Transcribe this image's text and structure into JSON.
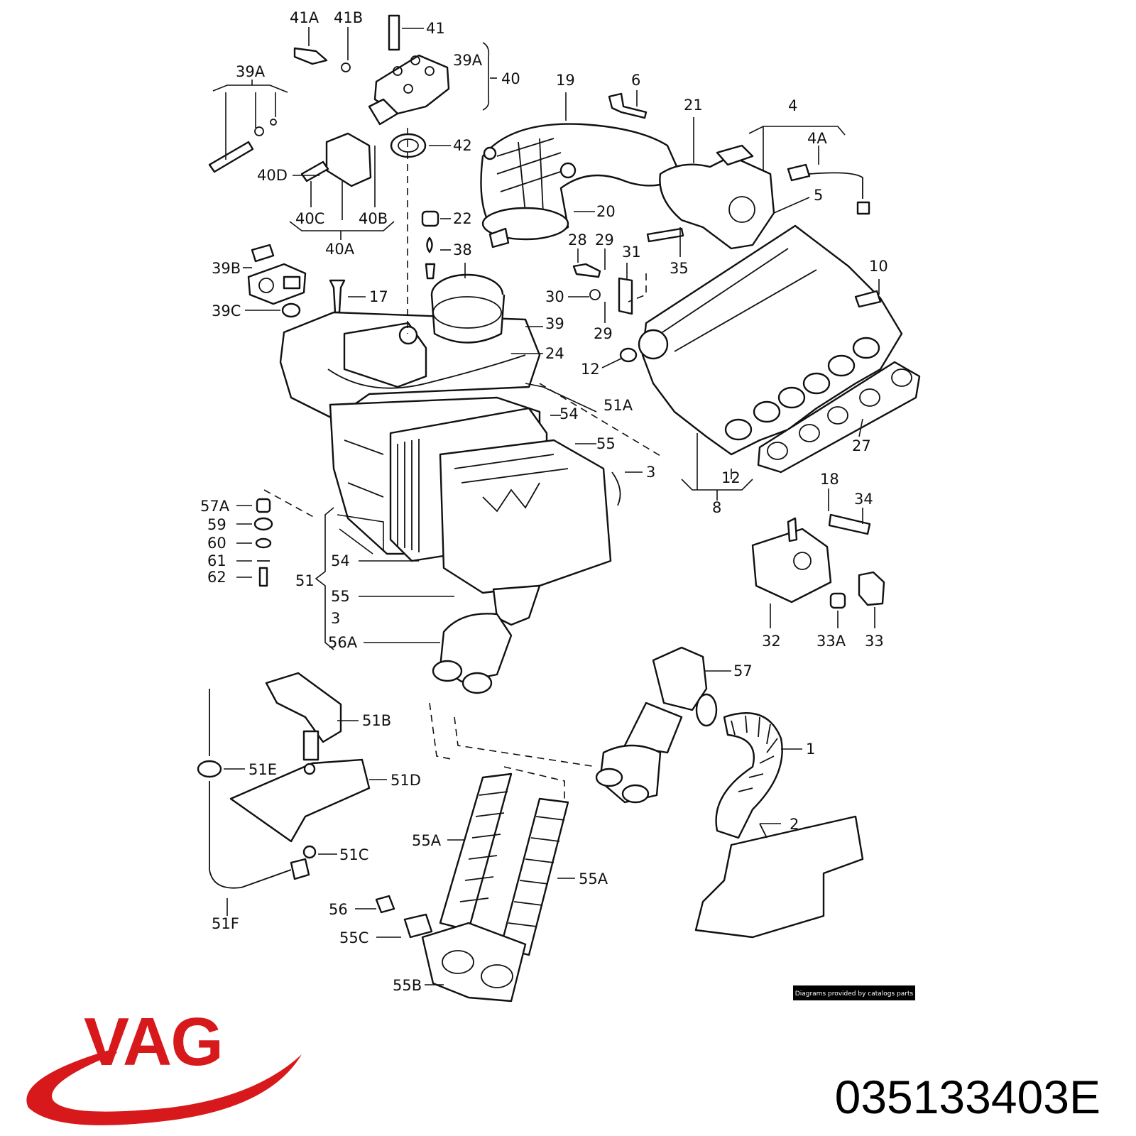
{
  "callouts": [
    "41A",
    "41B",
    "41",
    "39A",
    "40",
    "39A",
    "19",
    "6",
    "21",
    "4",
    "4A",
    "5",
    "42",
    "40D",
    "20",
    "22",
    "40C",
    "40B",
    "40A",
    "28",
    "29",
    "31",
    "35",
    "10",
    "38",
    "39B",
    "17",
    "30",
    "39",
    "29",
    "39C",
    "24",
    "12",
    "51A",
    "54",
    "55",
    "3",
    "57A",
    "59",
    "60",
    "61",
    "62",
    "54",
    "51",
    "55",
    "3",
    "56A",
    "12",
    "8",
    "27",
    "18",
    "34",
    "32",
    "33A",
    "33",
    "57",
    "51B",
    "1",
    "51E",
    "51D",
    "2",
    "55A",
    "51C",
    "55A",
    "56",
    "51F",
    "55C",
    "55B"
  ],
  "credit": "Diagrams provided by catalogs parts",
  "brand": {
    "name": "VAG",
    "color": "#d8191c"
  },
  "part_number": "035133403E"
}
